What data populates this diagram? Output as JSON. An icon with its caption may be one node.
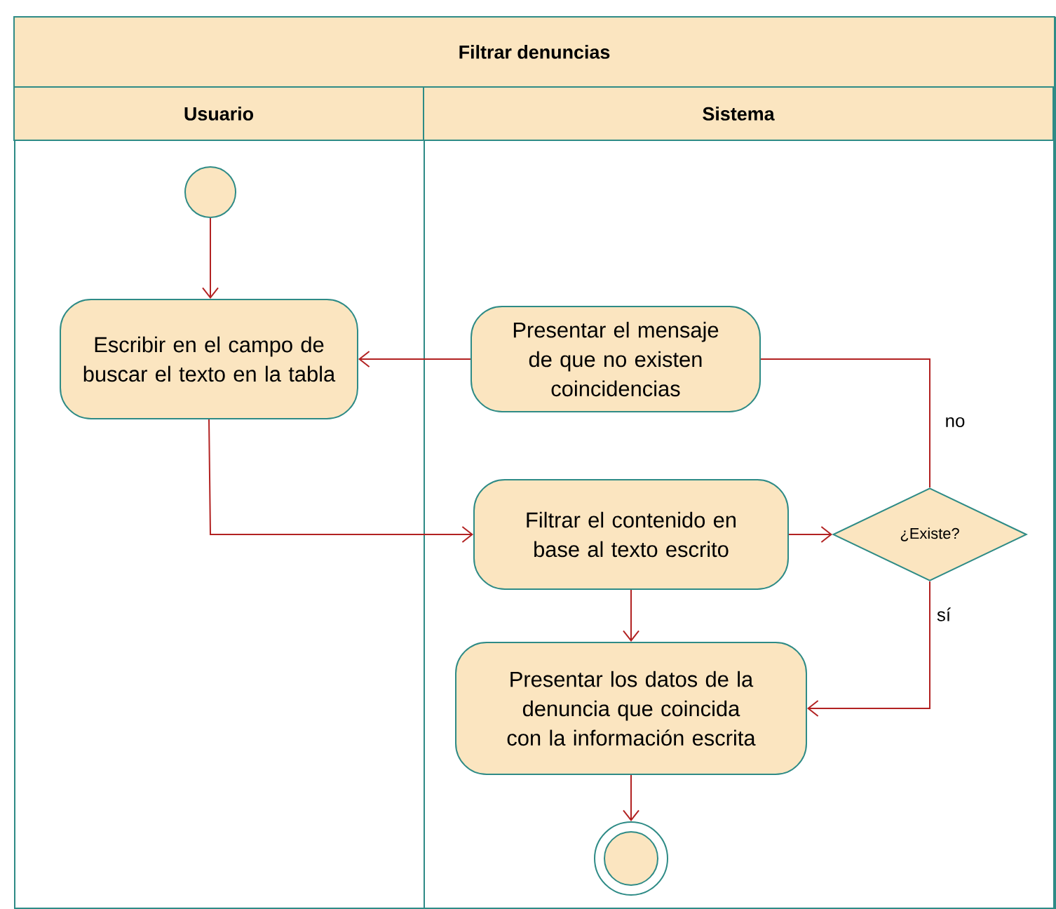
{
  "diagram": {
    "nodes": [
      {
        "text": [
          "Filtrar denuncias"
        ]
      },
      {
        "text": [
          "Usuario"
        ],
        "in": 0
      },
      {
        "text": [
          "Sistema"
        ],
        "in": 0
      },
      {
        "text": [],
        "shape": "circle",
        "in": 1
      },
      {
        "text": [
          "Escribir en el campo de buscar el texto en la tabla"
        ],
        "in": 1
      },
      {
        "text": [
          "Presentar el mensaje de que no existen coincidencias"
        ],
        "in": 2
      },
      {
        "text": [
          "Filtrar el contenido en base al texto escrito"
        ],
        "in": 2
      },
      {
        "text": [
          "¿Existe?"
        ],
        "in": 2
      },
      {
        "text": [
          "Presentar los datos de la denuncia que coincida con la información escrita"
        ],
        "in": 2
      },
      {
        "text": [],
        "shape": "circle",
        "in": 2
      }
    ],
    "edges": [
      {
        "from": 3,
        "to": 4,
        "arrow": "to"
      },
      {
        "from": 5,
        "to": 4,
        "arrow": "to"
      },
      {
        "from": 4,
        "to": 6,
        "arrow": "to"
      },
      {
        "from": 6,
        "to": 7,
        "arrow": "to"
      },
      {
        "from": 7,
        "to": 5,
        "arrow": "none",
        "label": "no"
      },
      {
        "from": 6,
        "to": 8,
        "arrow": "to"
      },
      {
        "from": 7,
        "to": 8,
        "arrow": "to",
        "label": "sí"
      },
      {
        "from": 8,
        "to": 9,
        "arrow": "to"
      }
    ]
  }
}
